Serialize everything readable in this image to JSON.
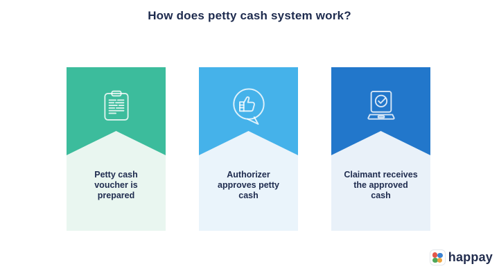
{
  "title": "How does petty cash system work?",
  "text_color": "#1e2b4e",
  "cards": [
    {
      "label": "Petty cash\nvoucher is\nprepared",
      "icon": "voucher-icon",
      "banner_color": "#3cbc9c",
      "body_color": "#e9f6f0"
    },
    {
      "label": "Authorizer\napproves petty\ncash",
      "icon": "thumbs-up-bubble-icon",
      "banner_color": "#45b2ea",
      "body_color": "#eaf4fb"
    },
    {
      "label": "Claimant receives\nthe approved\ncash",
      "icon": "laptop-check-icon",
      "banner_color": "#2277cb",
      "body_color": "#e9f1f9"
    }
  ],
  "brand": {
    "name": "happay",
    "logo_dot_colors": [
      "#e4574a",
      "#3b82d2",
      "#4fa85a",
      "#eda440"
    ]
  }
}
